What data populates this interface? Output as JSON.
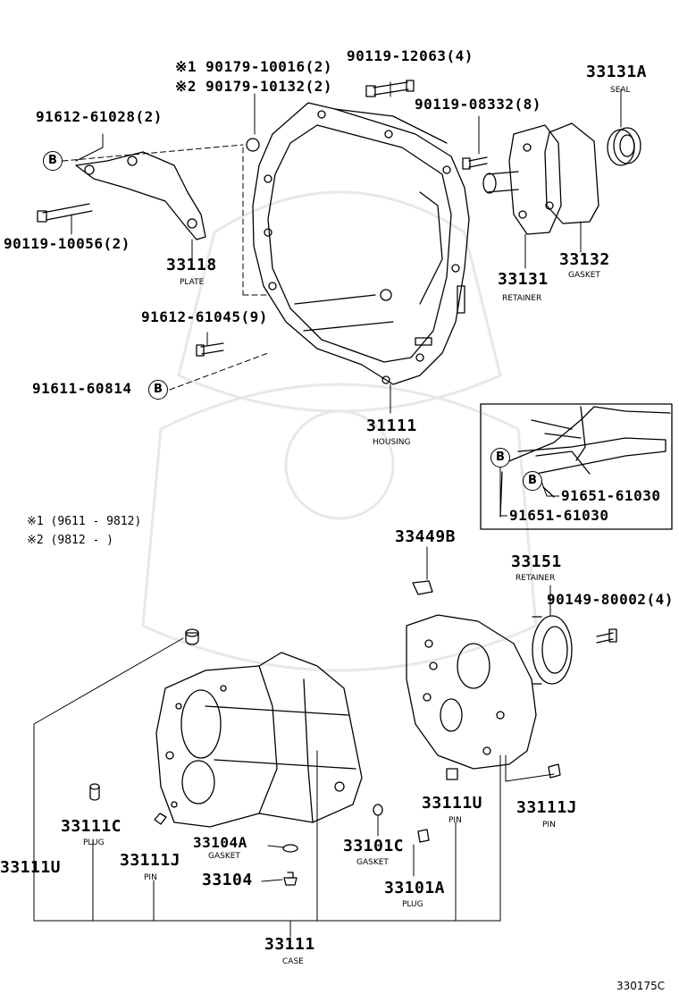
{
  "title": "",
  "notes": {
    "note1": "※1 (9611 - 9812)",
    "note2": "※2 (9812 -     )"
  },
  "figure_id": "330175C",
  "ref_marker": "B",
  "parts": {
    "p90179_1": "※1 90179-10016(2)",
    "p90179_2": "※2 90179-10132(2)",
    "p90119_12063": "90119-12063(4)",
    "p33131A": "33131A",
    "p33131A_sub": "SEAL",
    "p91612_61028": "91612-61028(2)",
    "p90119_08332": "90119-08332(8)",
    "p90119_10056": "90119-10056(2)",
    "p33118": "33118",
    "p33118_sub": "PLATE",
    "p33132": "33132",
    "p33132_sub": "GASKET",
    "p33131": "33131",
    "p33131_sub": "RETAINER",
    "p91612_61045": "91612-61045(9)",
    "p91611_60814": "91611-60814",
    "p31111": "31111",
    "p31111_sub": "HOUSING",
    "p91651_a": "91651-61030",
    "p91651_b": "91651-61030",
    "p33449B": "33449B",
    "p33151": "33151",
    "p33151_sub": "RETAINER",
    "p90149_80002": "90149-80002(4)",
    "p33111C": "33111C",
    "p33111C_sub": "PLUG",
    "p33111U_l": "33111U",
    "p33104A": "33104A",
    "p33104A_sub": "GASKET",
    "p33111J_l": "33111J",
    "p33111J_l_sub": "PIN",
    "p33104": "33104",
    "p33101C": "33101C",
    "p33101C_sub": "GASKET",
    "p33111U_r": "33111U",
    "p33111U_r_sub": "PIN",
    "p33111J_r": "33111J",
    "p33111J_r_sub": "PIN",
    "p33101A": "33101A",
    "p33101A_sub": "PLUG",
    "p33111": "33111",
    "p33111_sub": "CASE"
  }
}
